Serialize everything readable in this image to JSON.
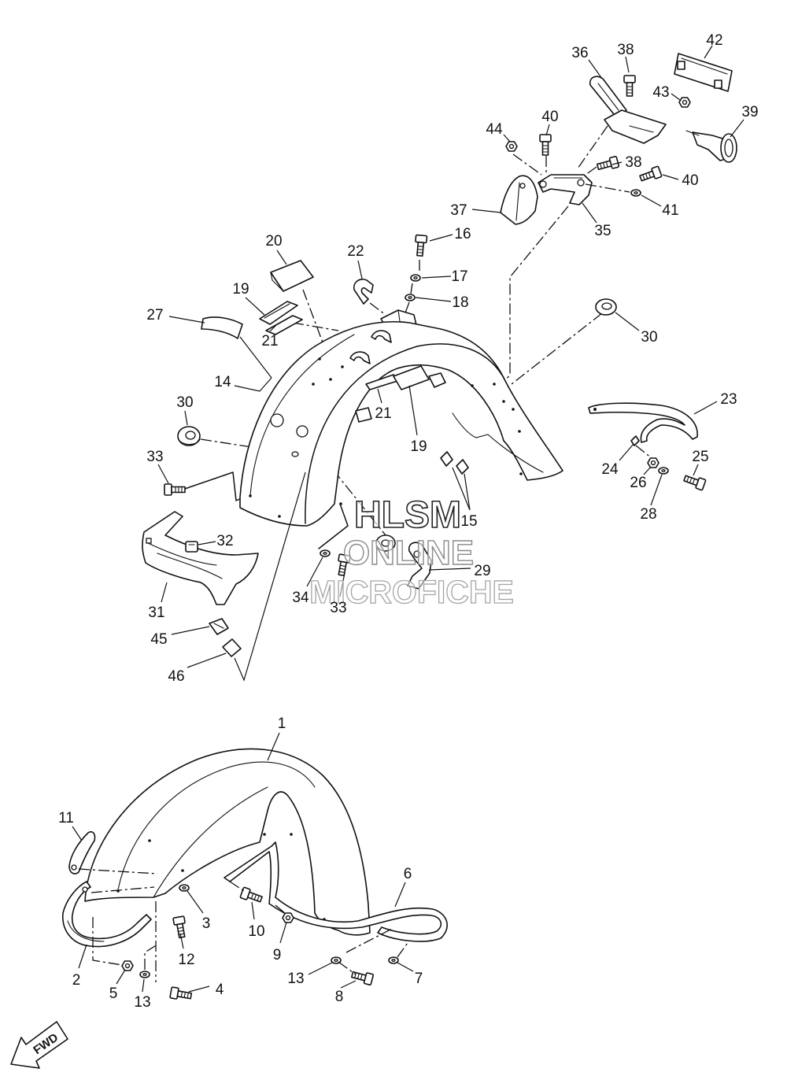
{
  "callouts": [
    "42",
    "36",
    "38",
    "43",
    "39",
    "40",
    "44",
    "38",
    "40",
    "37",
    "35",
    "41",
    "16",
    "20",
    "22",
    "17",
    "18",
    "19",
    "27",
    "30",
    "21",
    "14",
    "23",
    "30",
    "21",
    "19",
    "33",
    "25",
    "24",
    "26",
    "28",
    "15",
    "32",
    "29",
    "34",
    "33",
    "31",
    "45",
    "46",
    "1",
    "11",
    "6",
    "3",
    "10",
    "9",
    "12",
    "2",
    "13",
    "7",
    "4",
    "5",
    "13",
    "8"
  ],
  "watermark": {
    "line1": "HLSM",
    "line2": "ONLINE",
    "line3": "MICROFICHE"
  },
  "direction_label": "FWD"
}
